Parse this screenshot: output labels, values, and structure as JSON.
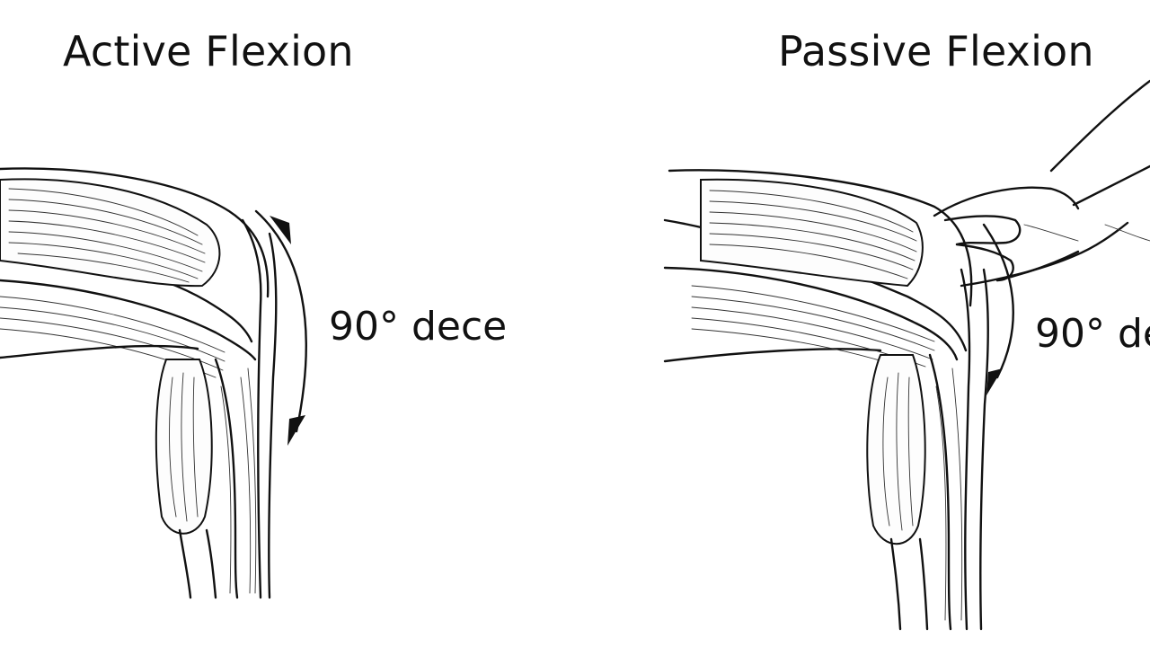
{
  "panels": [
    {
      "title": "Active Flexion",
      "angle_label": "90° dece"
    },
    {
      "title": "Passive Flexion",
      "angle_label": "90° de"
    }
  ],
  "colors": {
    "ink": "#111111",
    "background": "#ffffff"
  }
}
